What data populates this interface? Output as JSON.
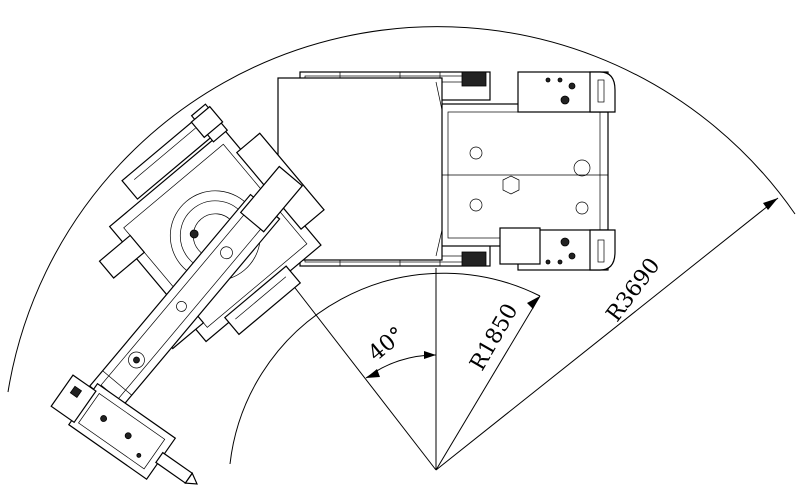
{
  "dimensions": {
    "angle_label": "40°",
    "inner_radius_label": "R1850",
    "outer_radius_label": "R3690"
  }
}
